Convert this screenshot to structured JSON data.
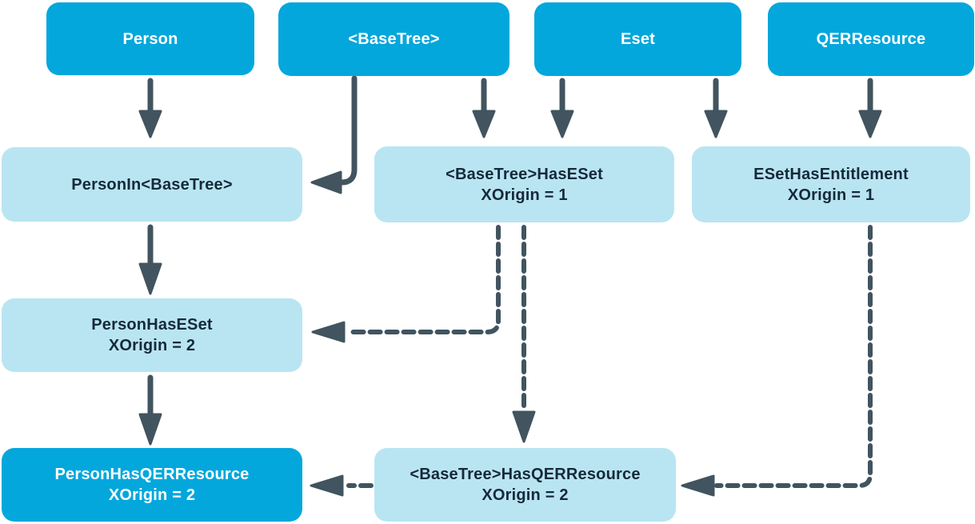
{
  "diagram": {
    "kind": "table-inheritance-relationship-diagram",
    "colors": {
      "primary_box": "#04a7dc",
      "light_box": "#b9e5f2",
      "connector": "#41545f",
      "text_on_primary": "#ffffff",
      "text_on_light": "#16293a"
    },
    "nodes": {
      "person": {
        "label": "Person"
      },
      "basetree": {
        "label": "<BaseTree>"
      },
      "eset": {
        "label": "Eset"
      },
      "qerresource": {
        "label": "QERResource"
      },
      "person_in_basetree": {
        "label": "PersonIn<BaseTree>"
      },
      "basetree_has_eset": {
        "label": "<BaseTree>HasESet",
        "sublabel": "XOrigin = 1"
      },
      "eset_has_entitlement": {
        "label": "ESetHasEntitlement",
        "sublabel": "XOrigin = 1"
      },
      "person_has_eset": {
        "label": "PersonHasESet",
        "sublabel": "XOrigin = 2"
      },
      "person_has_qerresource": {
        "label": "PersonHasQERResource",
        "sublabel": "XOrigin = 2"
      },
      "basetree_has_qerresource": {
        "label": "<BaseTree>HasQERResource",
        "sublabel": "XOrigin = 2"
      }
    },
    "edges": [
      {
        "from": "Person",
        "to": "PersonIn<BaseTree>",
        "style": "solid"
      },
      {
        "from": "<BaseTree>",
        "to": "PersonIn<BaseTree>",
        "style": "solid"
      },
      {
        "from": "<BaseTree>",
        "to": "<BaseTree>HasESet",
        "style": "solid"
      },
      {
        "from": "Eset",
        "to": "<BaseTree>HasESet",
        "style": "solid"
      },
      {
        "from": "Eset",
        "to": "ESetHasEntitlement",
        "style": "solid"
      },
      {
        "from": "QERResource",
        "to": "ESetHasEntitlement",
        "style": "solid"
      },
      {
        "from": "PersonIn<BaseTree>",
        "to": "PersonHasESet",
        "style": "solid"
      },
      {
        "from": "PersonHasESet",
        "to": "PersonHasQERResource",
        "style": "solid"
      },
      {
        "from": "<BaseTree>HasESet",
        "to": "PersonHasESet",
        "style": "dashed"
      },
      {
        "from": "<BaseTree>HasESet",
        "to": "<BaseTree>HasQERResource",
        "style": "dashed"
      },
      {
        "from": "ESetHasEntitlement",
        "to": "<BaseTree>HasQERResource",
        "style": "dashed"
      },
      {
        "from": "<BaseTree>HasQERResource",
        "to": "PersonHasQERResource",
        "style": "dashed"
      }
    ]
  }
}
